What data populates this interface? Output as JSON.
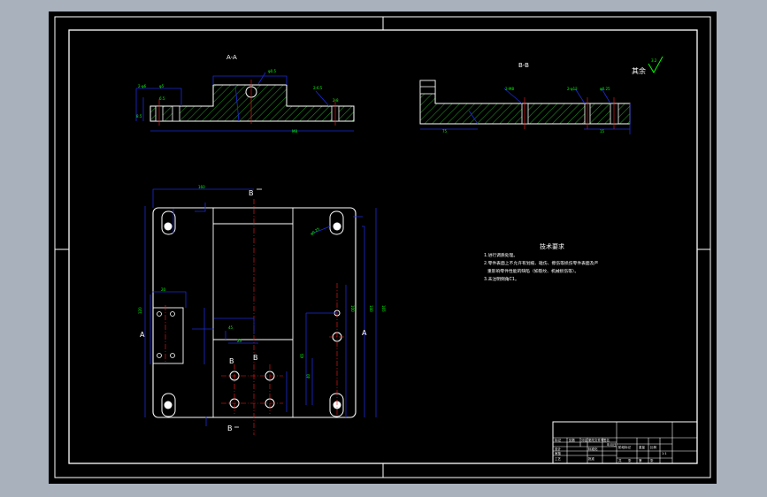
{
  "colors": {
    "page_bg": "#a9b1bd",
    "drawing_bg": "#000000",
    "outline": "#ffffff",
    "dimension": "#1c2bd6",
    "annotation": "#00ff00",
    "centerline": "#ff1a1a",
    "hatch": "#1e8c1e"
  },
  "views": {
    "section_aa": {
      "title": "A-A",
      "dims": [
        "φ0.5",
        "2-φ6",
        "φ5",
        "2-6.5",
        "6.5",
        "8.5",
        "2-8",
        "M8"
      ]
    },
    "section_bb": {
      "title": "B-B",
      "dims": [
        "2-M8",
        "2-φ12",
        "φ0.25",
        "75",
        "15"
      ]
    },
    "plan": {
      "dims": [
        "160",
        "φ0.25",
        "165",
        "140",
        "100",
        "65",
        "40",
        "45",
        "25",
        "120",
        "20"
      ],
      "cut_labels": {
        "b_top": "B",
        "a_left": "A",
        "a_right": "A",
        "b_mid_left": "B",
        "b_mid_right": "B",
        "b_bottom": "B"
      }
    }
  },
  "roughness": {
    "label": "其余",
    "value": "3.2"
  },
  "tech_requirements": {
    "title": "技术要求",
    "items": [
      "1.进行调质处理。",
      "2.零件表面上不允许有划痕、碰伤、擦伤等损伤零件表面及严",
      "重影响零件性能的缺陷（如裂纹、机械损伤等）。",
      "3.未注明倒角C1。"
    ]
  },
  "title_block": {
    "cells": [
      "标记",
      "处数",
      "分区",
      "更改文件号",
      "签名",
      "年月日",
      "设计",
      "标准化",
      "审核",
      "工艺",
      "批准",
      "阶段标记",
      "重量",
      "比例",
      "1:1",
      "共",
      "张",
      "第",
      "张"
    ]
  }
}
